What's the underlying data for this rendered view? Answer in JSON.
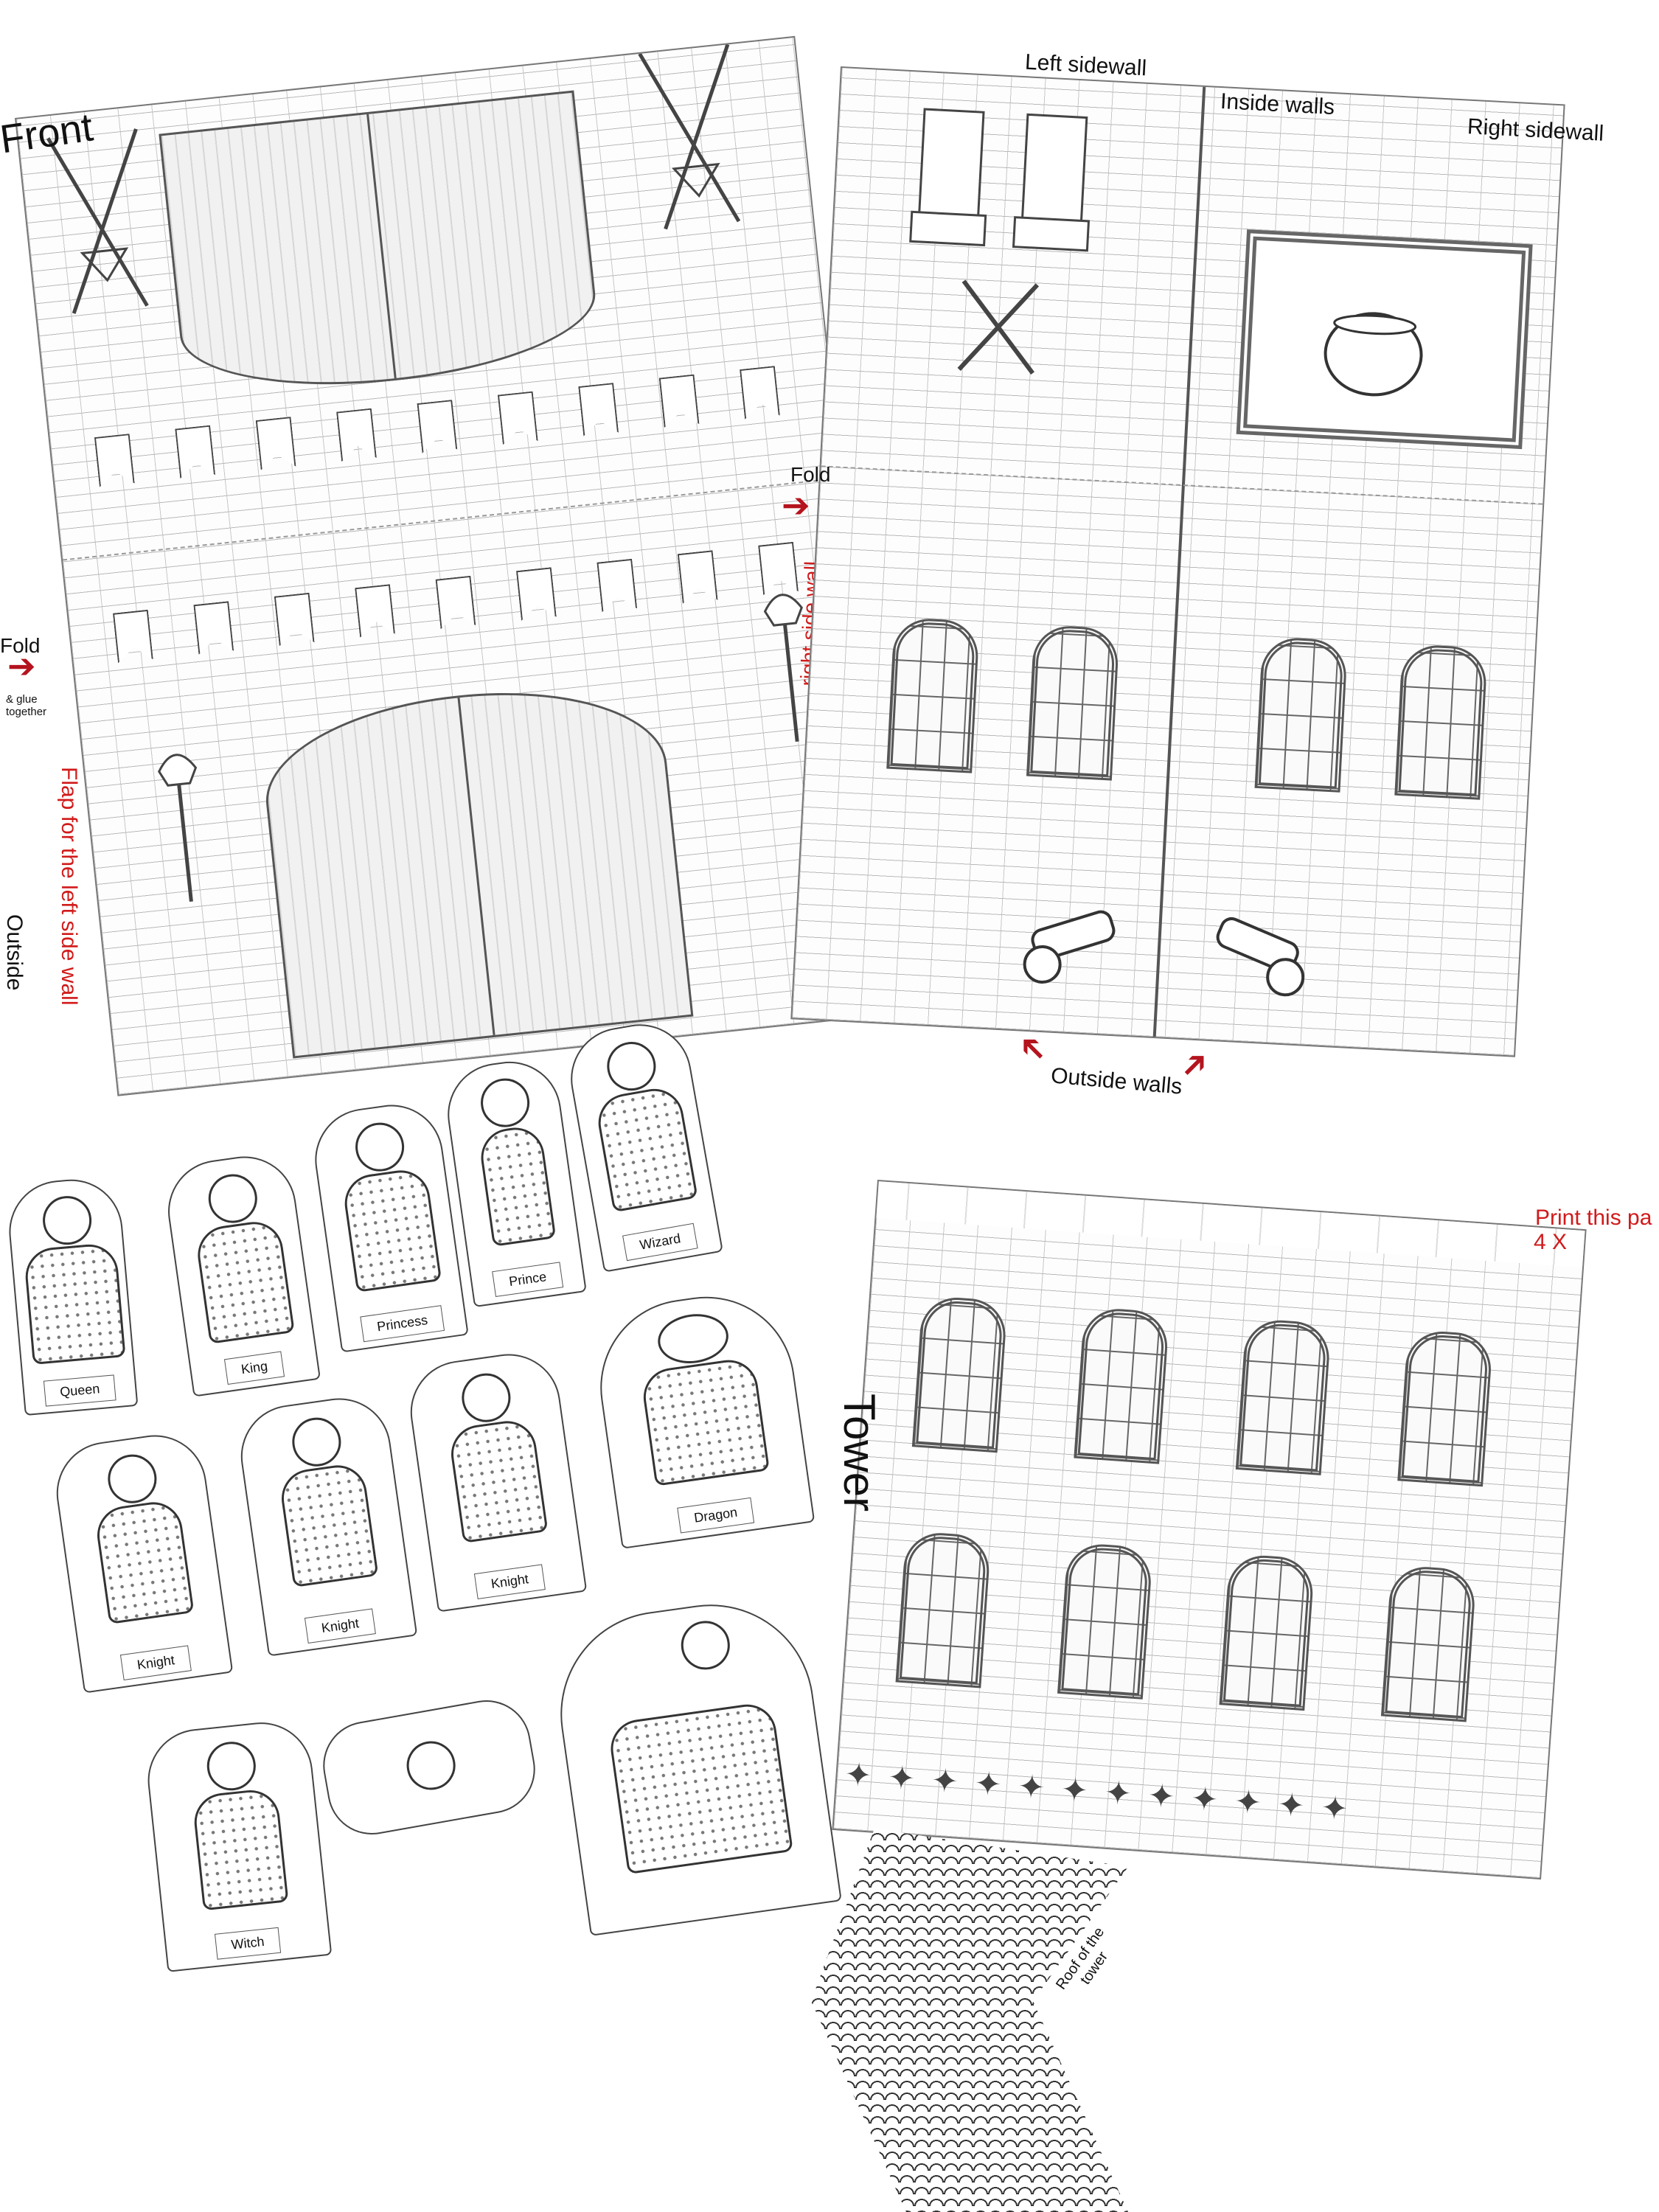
{
  "headings": {
    "front": "Front",
    "left_sidewall": "Left sidewall",
    "inside_walls": "Inside walls",
    "right_sidewall": "Right sidewall",
    "outside_walls": "Outside walls",
    "tower": "Tower",
    "roof": "Roof of the tower"
  },
  "instructions": {
    "fold_left": "Fold",
    "fold_glue": "& glue together",
    "fold_right": "Fold",
    "outside": "Outside",
    "flap_left": "Flap for the left side wall",
    "flap_right": "right side wall",
    "print_note_line1": "Print this pa",
    "print_note_line2": "4 X"
  },
  "figures": {
    "queen": "Queen",
    "king": "King",
    "princess": "Princess",
    "prince": "Prince",
    "wizard": "Wizard",
    "knight1": "Knight",
    "knight2": "Knight",
    "knight3": "Knight",
    "dragon": "Dragon",
    "witch": "Witch"
  },
  "icons": {
    "arrow": "right-arrow-icon",
    "crossed_swords": "crossed-swords-icon",
    "torch": "torch-icon",
    "cannon": "cannon-icon",
    "cauldron": "cauldron-icon",
    "throne": "throne-icon"
  },
  "colors": {
    "arrow": "#b4141e",
    "note_text": "#d11a1a",
    "lines": "#444444"
  }
}
